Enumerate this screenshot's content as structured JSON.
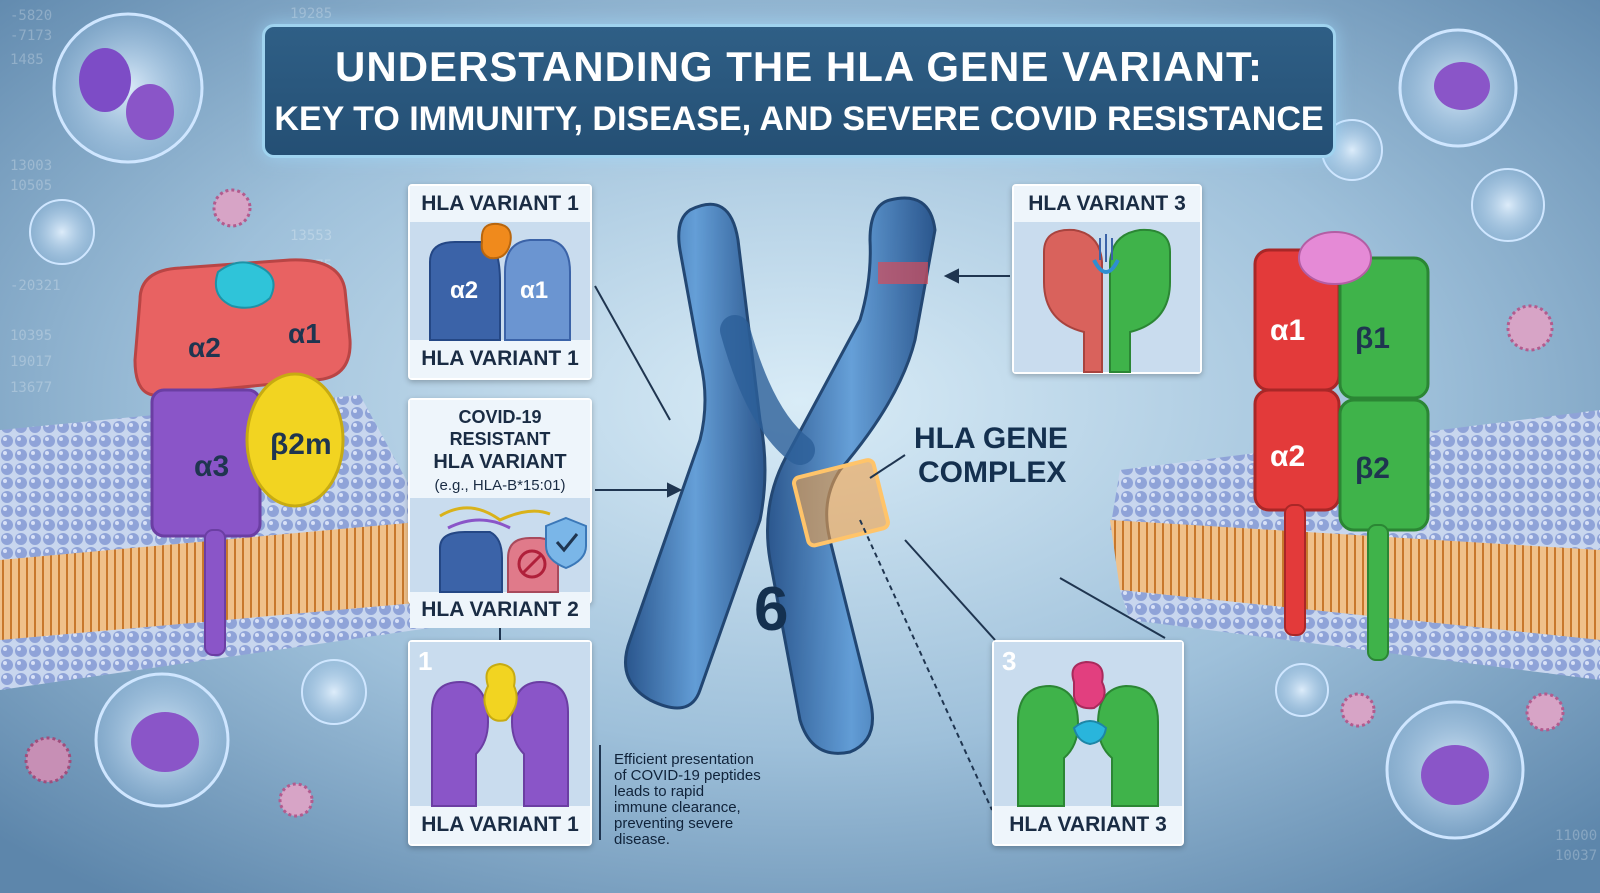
{
  "title": {
    "line1": "UNDERSTANDING THE HLA GENE VARIANT:",
    "line2": "KEY TO IMMUNITY, DISEASE, AND SEVERE COVID RESISTANCE"
  },
  "left_molecule": {
    "a2": "α2",
    "a1": "α1",
    "a3": "α3",
    "b2m": "β2m"
  },
  "right_molecule": {
    "a1": "α1",
    "b1": "β1",
    "a2": "α2",
    "b2": "β2"
  },
  "panel_v1_top": {
    "title": "HLA VARIANT 1",
    "a2": "α2",
    "a1": "α1",
    "footer": "HLA VARIANT 1"
  },
  "panel_covid": {
    "title1": "COVID-19 RESISTANT",
    "title2": "HLA VARIANT",
    "example": "(e.g., HLA-B*15:01)",
    "footer": "HLA VARIANT 2"
  },
  "panel_v1_bottom": {
    "number": "1",
    "footer": "HLA VARIANT 1"
  },
  "panel_v3_top": {
    "title": "HLA VARIANT 3"
  },
  "panel_v3_bottom": {
    "number": "3",
    "footer": "HLA VARIANT 3"
  },
  "chromosome": {
    "number": "6",
    "complex_label1": "HLA GENE",
    "complex_label2": "COMPLEX"
  },
  "note": {
    "lines": [
      "Efficient presentation",
      "of COVID-19 peptides",
      "leads to rapid",
      "immune clearance,",
      "preventing severe",
      "disease."
    ]
  },
  "colors": {
    "red": "#e34b4b",
    "green": "#3fb34a",
    "purple": "#8a55c8",
    "yellow": "#f2d421",
    "cyan": "#29c0d6",
    "navy": "#1f3550"
  }
}
